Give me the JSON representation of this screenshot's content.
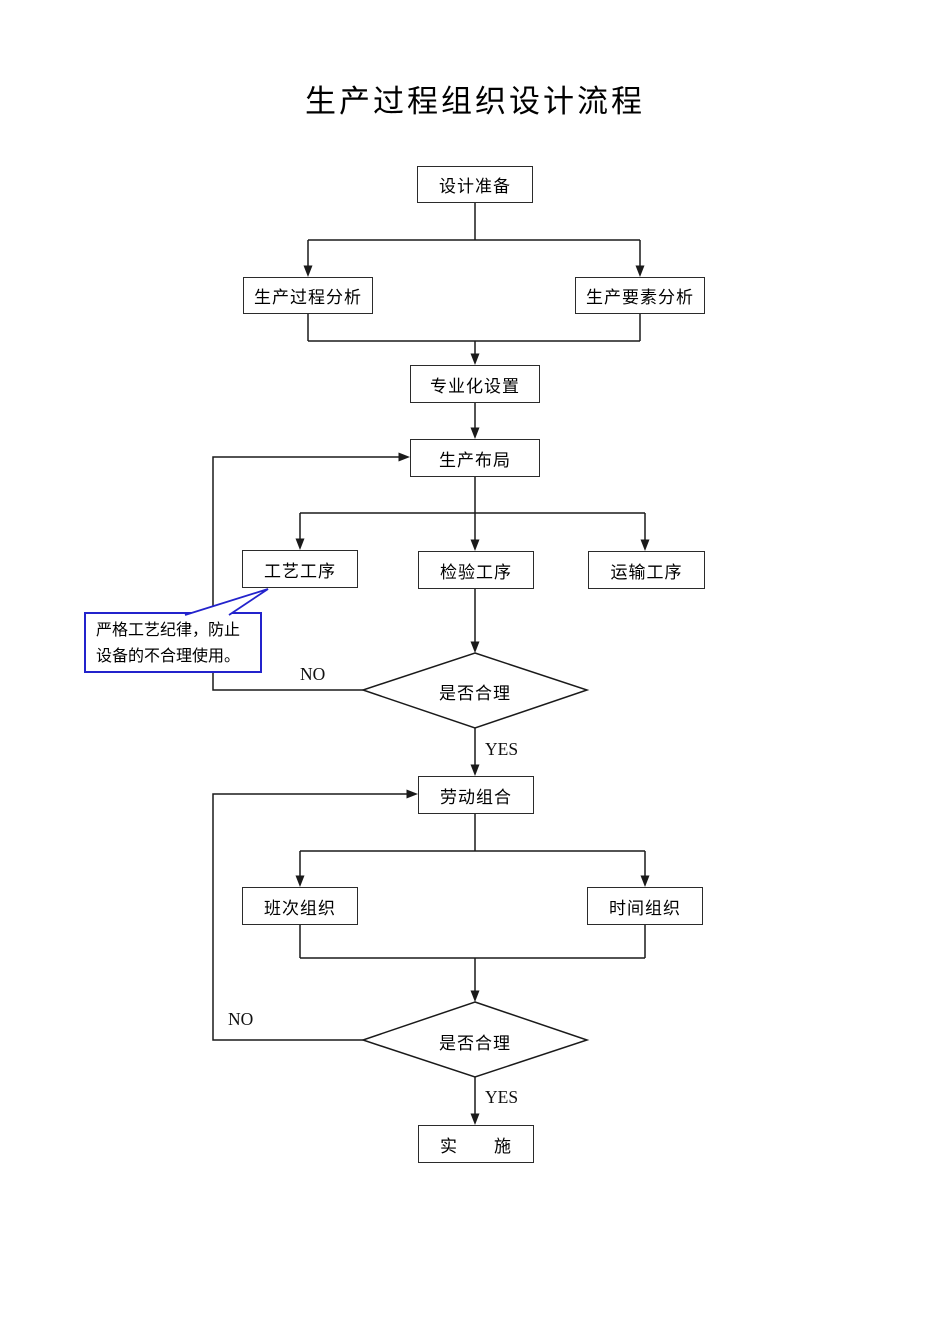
{
  "page": {
    "title": "生产过程组织设计流程"
  },
  "flowchart": {
    "nodes": {
      "design_prep": "设计准备",
      "process_analysis": "生产过程分析",
      "factor_analysis": "生产要素分析",
      "specialization": "专业化设置",
      "production_layout": "生产布局",
      "craft_process": "工艺工序",
      "inspection_process": "检验工序",
      "transport_process": "运输工序",
      "decision_1": "是否合理",
      "labor_combination": "劳动组合",
      "shift_organization": "班次组织",
      "time_organization": "时间组织",
      "decision_2": "是否合理",
      "implementation": "实　　施"
    },
    "edge_labels": {
      "no_1": "NO",
      "yes_1": "YES",
      "no_2": "NO",
      "yes_2": "YES"
    },
    "callout": {
      "line1": "严格工艺纪律，防止",
      "line2": "设备的不合理使用。"
    },
    "colors": {
      "line": "#1a1a1a",
      "node_border": "#2b2b2b",
      "node_fill": "#ffffff",
      "callout_border": "#2323cc"
    }
  }
}
